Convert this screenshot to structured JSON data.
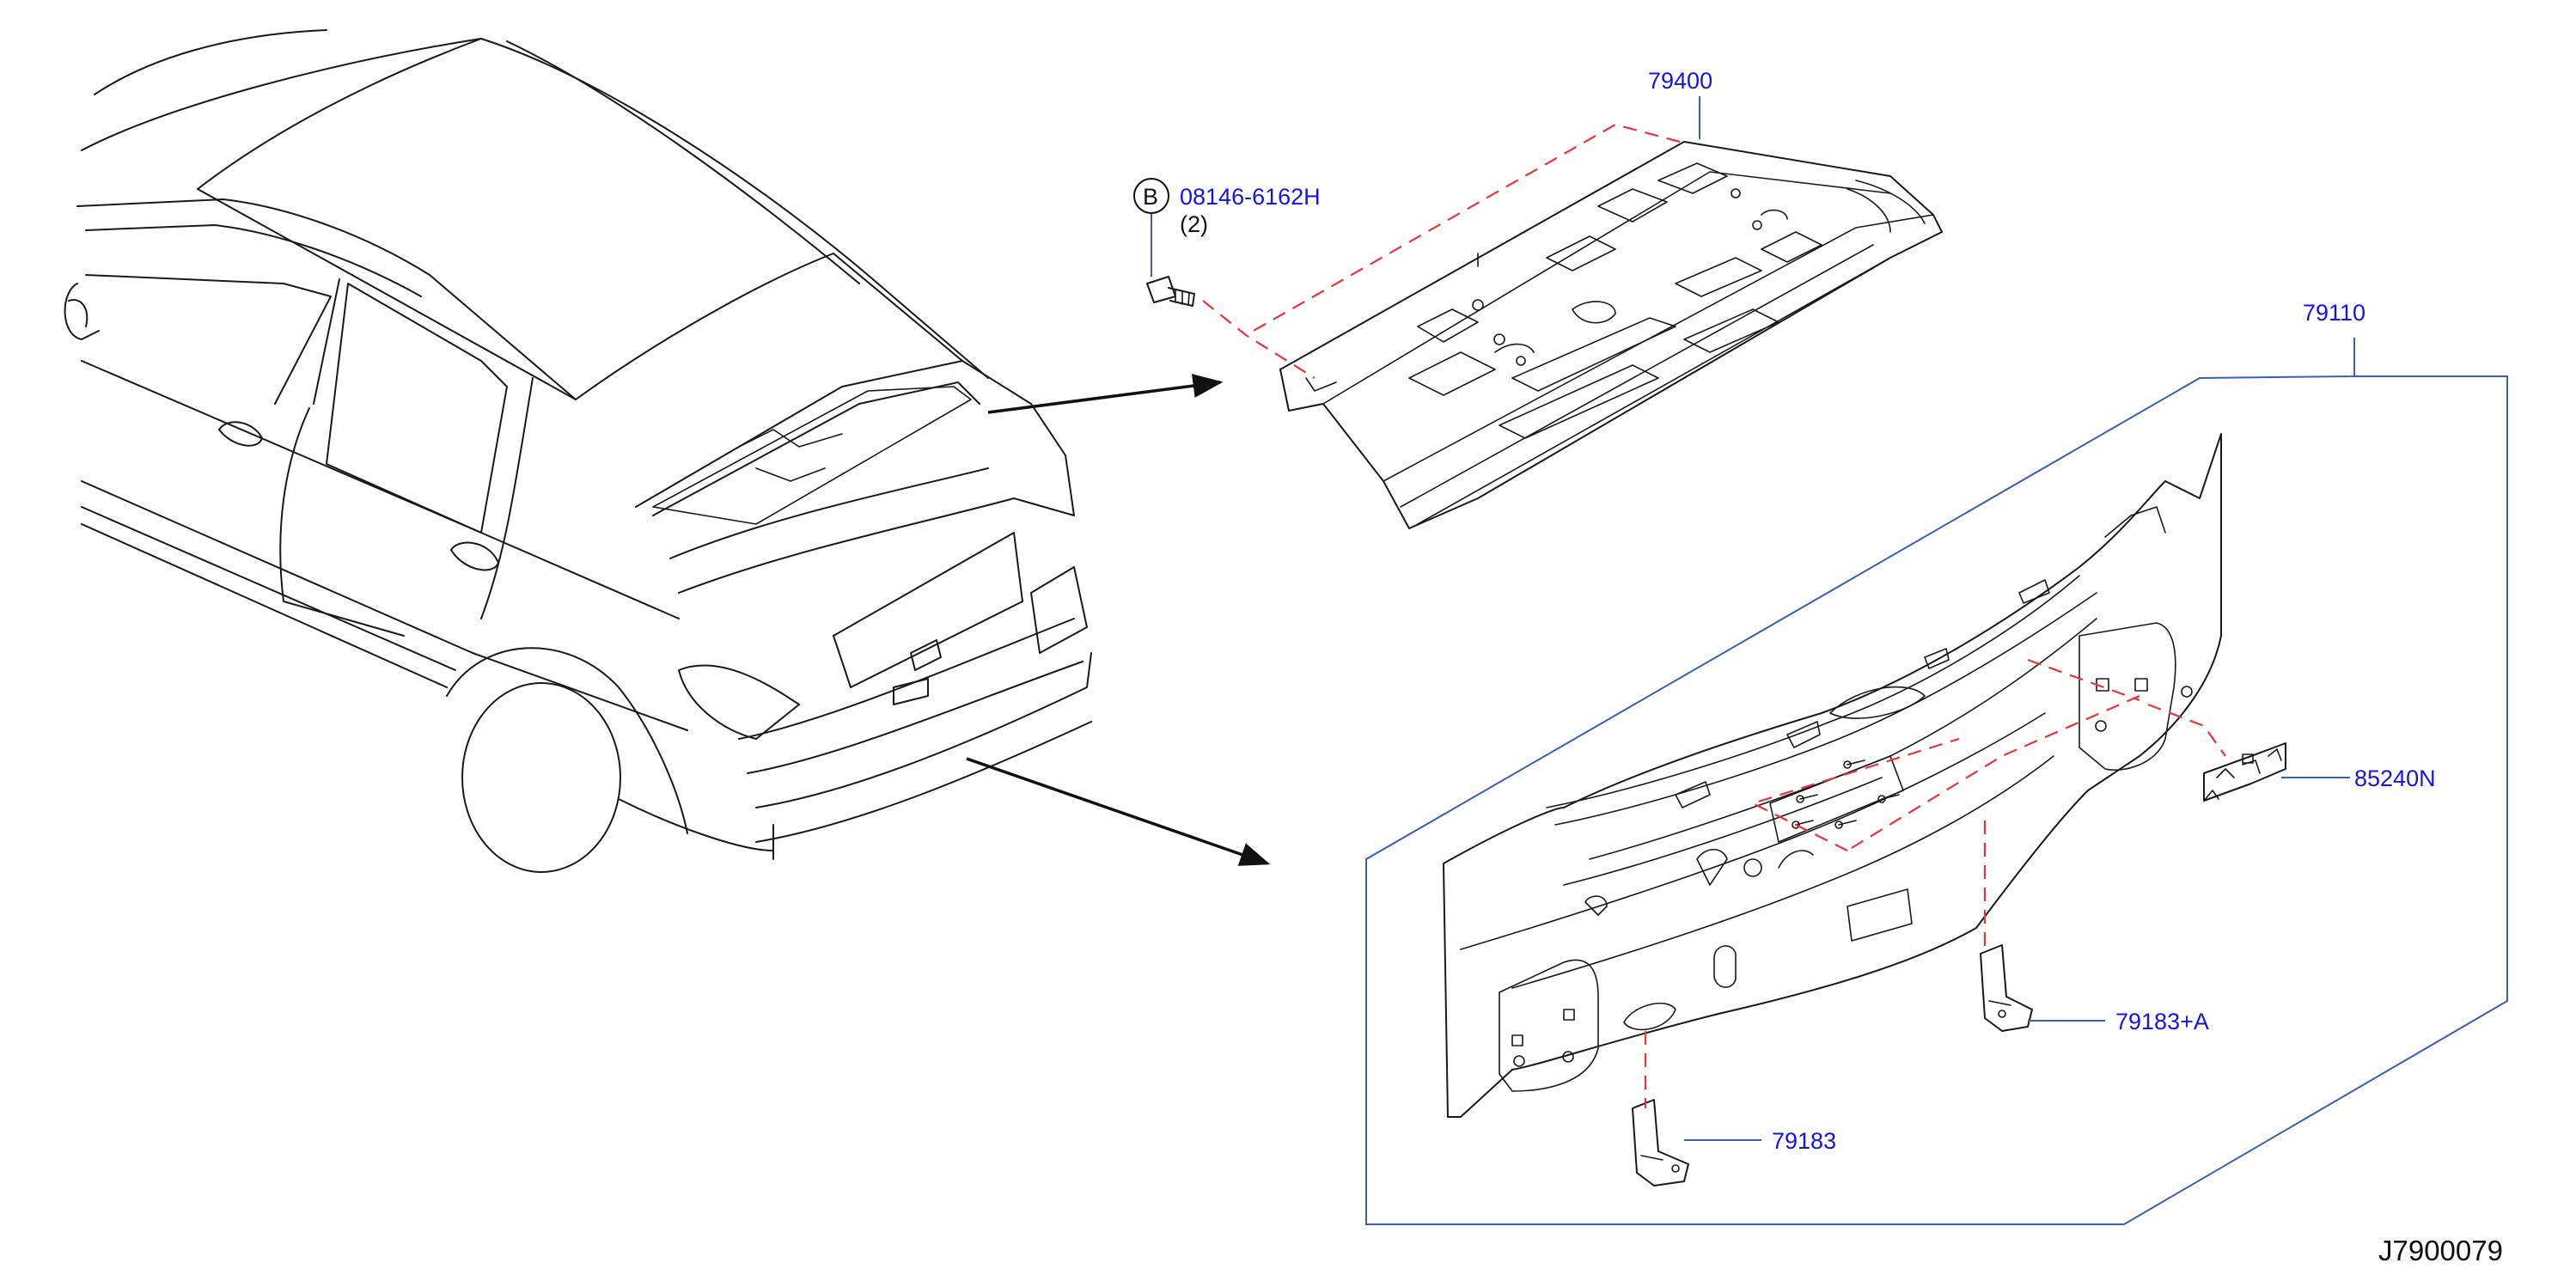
{
  "parts": {
    "rear_parcel_shelf": "79400",
    "rear_panel": "79110",
    "bolt": "08146-6162H",
    "bolt_symbol": "B",
    "bolt_qty": "(2)",
    "bracket_right": "85240N",
    "reinforcement_a": "79183+A",
    "reinforcement": "79183"
  },
  "illustration_code": "J7900079",
  "colors": {
    "label": "#1414e6",
    "leader": "#3a5fb5",
    "dashed_guide": "#e8343a",
    "line_art": "#1a1a1a"
  }
}
